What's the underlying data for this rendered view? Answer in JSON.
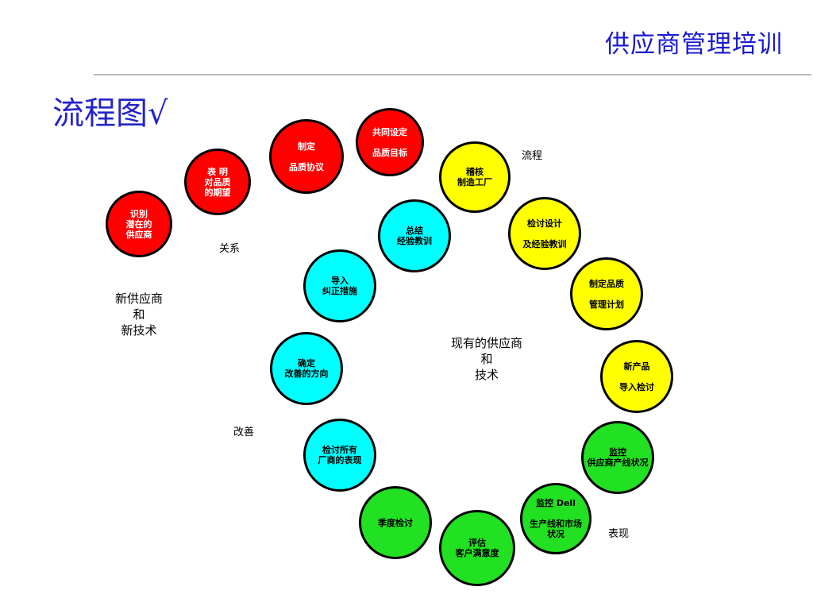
{
  "header": {
    "title": "供应商管理培训"
  },
  "slide_title": "流程图√",
  "nodes": {
    "red1": "识别\n潜在的\n供应商",
    "red2": "表  明\n对品质\n的期望",
    "red3": "制定\n\n品质协议",
    "red4": "共同设定\n\n品质目标",
    "yellow1": "稽核\n制造工厂",
    "yellow2": "检讨设计\n\n及经验教训",
    "yellow3": "制定品质\n\n管理计划",
    "yellow4": "新产品\n\n导入检讨",
    "green1": "监控\n供应商产线状况",
    "green2": "监控 Dell\n\n生产线和市场\n状况",
    "green3": "评估\n客户满意度",
    "green4": "季度检讨",
    "cyan1": "检讨所有\n厂商的表现",
    "cyan2": "确定\n改善的方向",
    "cyan3": "导入\n纠正措施",
    "cyan4": "总结\n经验教训"
  },
  "labels": {
    "liucheng": "流程",
    "guanxi": "关系",
    "new_supplier": "新供应商\n和\n新技术",
    "existing_supplier": "现有的供应商\n和\n技术",
    "gaishan": "改善",
    "biaoxian": "表现"
  }
}
